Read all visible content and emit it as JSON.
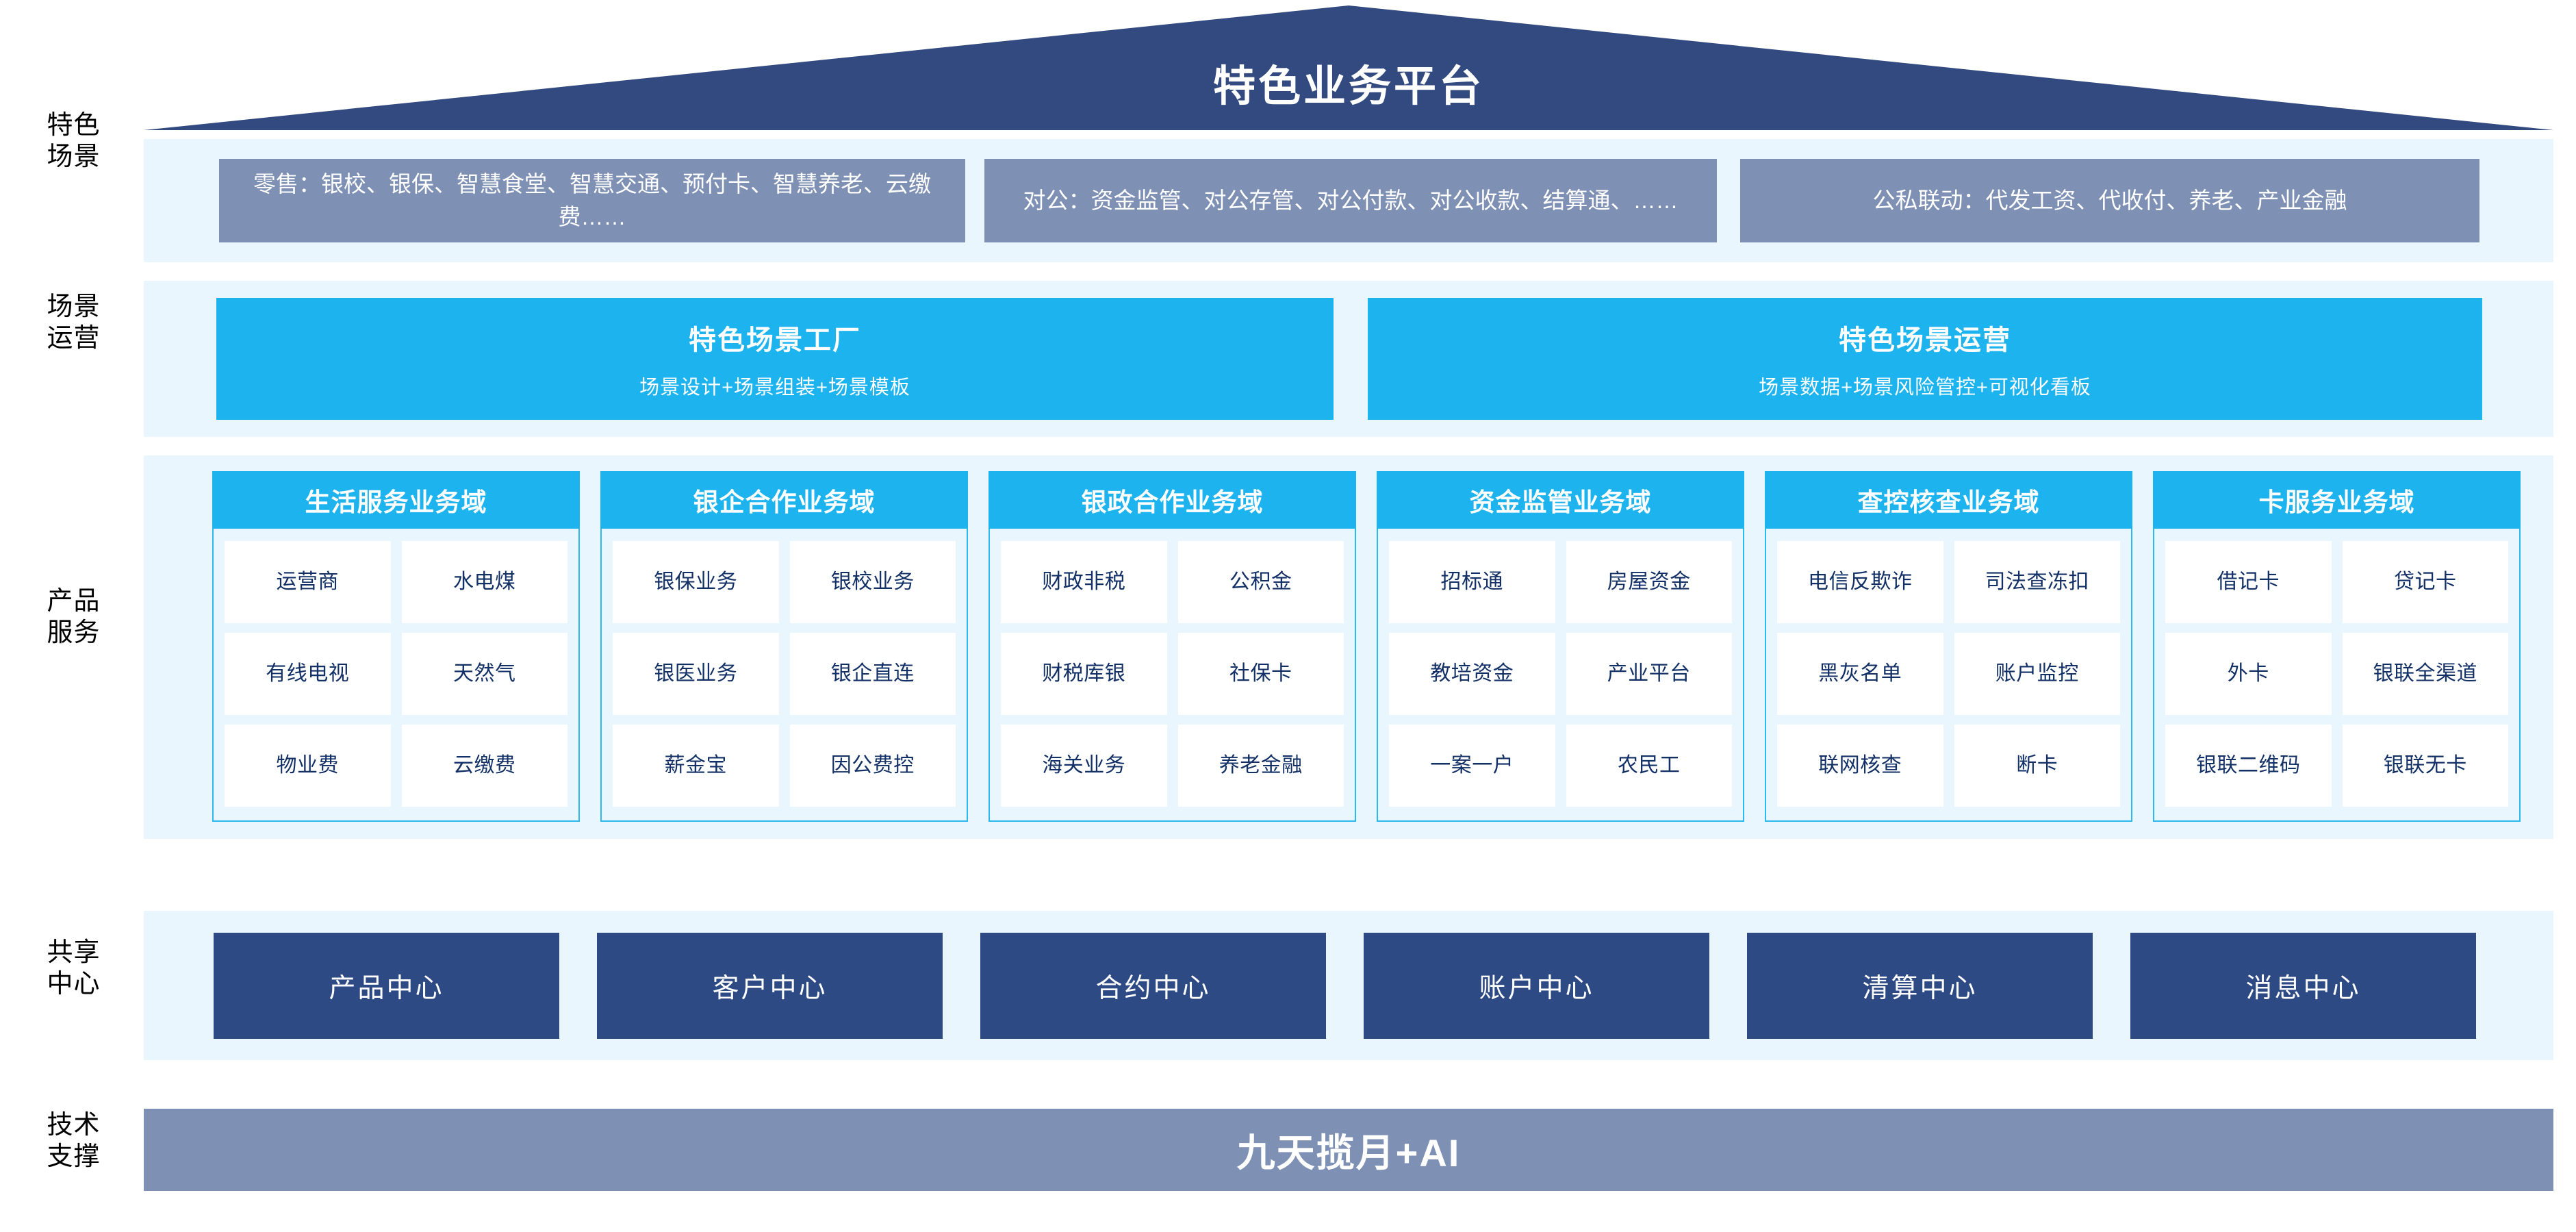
{
  "header": {
    "title": "特色业务平台",
    "banner_color": "#324a80"
  },
  "row_labels": [
    {
      "key": "scenarios",
      "line1": "特色",
      "line2": "场景"
    },
    {
      "key": "operations",
      "line1": "场景",
      "line2": "运营"
    },
    {
      "key": "products",
      "line1": "产品",
      "line2": "服务"
    },
    {
      "key": "shared_centers",
      "line1": "共享",
      "line2": "中心"
    },
    {
      "key": "tech_support",
      "line1": "技术",
      "line2": "支撑"
    }
  ],
  "scenarios": {
    "chip_color": "#7e90b4",
    "items": [
      {
        "name": "retail",
        "text": "零售：银校、银保、智慧食堂、智慧交通、预付卡、智慧养老、云缴费……"
      },
      {
        "name": "corporate",
        "text": "对公：资金监管、对公存管、对公付款、对公收款、结算通、……"
      },
      {
        "name": "public-private",
        "text": "公私联动：代发工资、代收付、养老、产业金融"
      }
    ]
  },
  "operations": {
    "box_color": "#1cb3ef",
    "items": [
      {
        "name": "scene-factory",
        "title": "特色场景工厂",
        "subtitle": "场景设计+场景组装+场景模板"
      },
      {
        "name": "scene-operation",
        "title": "特色场景运营",
        "subtitle": "场景数据+场景风险管控+可视化看板"
      }
    ]
  },
  "product_services": {
    "header_color": "#1cb3ef",
    "body_color": "#e9f6fd",
    "chip_text_color": "#123066",
    "domains": [
      {
        "name": "life-service",
        "title": "生活服务业务域",
        "items": [
          "运营商",
          "水电煤",
          "有线电视",
          "天然气",
          "物业费",
          "云缴费"
        ]
      },
      {
        "name": "bank-enterprise",
        "title": "银企合作业务域",
        "items": [
          "银保业务",
          "银校业务",
          "银医业务",
          "银企直连",
          "薪金宝",
          "因公费控"
        ]
      },
      {
        "name": "bank-government",
        "title": "银政合作业务域",
        "items": [
          "财政非税",
          "公积金",
          "财税库银",
          "社保卡",
          "海关业务",
          "养老金融"
        ]
      },
      {
        "name": "fund-supervision",
        "title": "资金监管业务域",
        "items": [
          "招标通",
          "房屋资金",
          "教培资金",
          "产业平台",
          "一案一户",
          "农民工"
        ]
      },
      {
        "name": "investigation-control",
        "title": "查控核查业务域",
        "items": [
          "电信\n反欺诈",
          "司法\n查冻扣",
          "黑灰名单",
          "账户监控",
          "联网核查",
          "断卡"
        ]
      },
      {
        "name": "card-service",
        "title": "卡服务业务域",
        "items": [
          "借记卡",
          "贷记卡",
          "外卡",
          "银联\n全渠道",
          "银联\n二维码",
          "银联无卡"
        ]
      }
    ]
  },
  "shared_centers": {
    "box_color": "#2e4a85",
    "items": [
      {
        "name": "product-center",
        "label": "产品中心"
      },
      {
        "name": "customer-center",
        "label": "客户中心"
      },
      {
        "name": "contract-center",
        "label": "合约中心"
      },
      {
        "name": "account-center",
        "label": "账户中心"
      },
      {
        "name": "clearing-center",
        "label": "清算中心"
      },
      {
        "name": "message-center",
        "label": "消息中心"
      }
    ]
  },
  "tech_support": {
    "label": "九天揽月+AI",
    "bar_color": "#7e90b4"
  }
}
